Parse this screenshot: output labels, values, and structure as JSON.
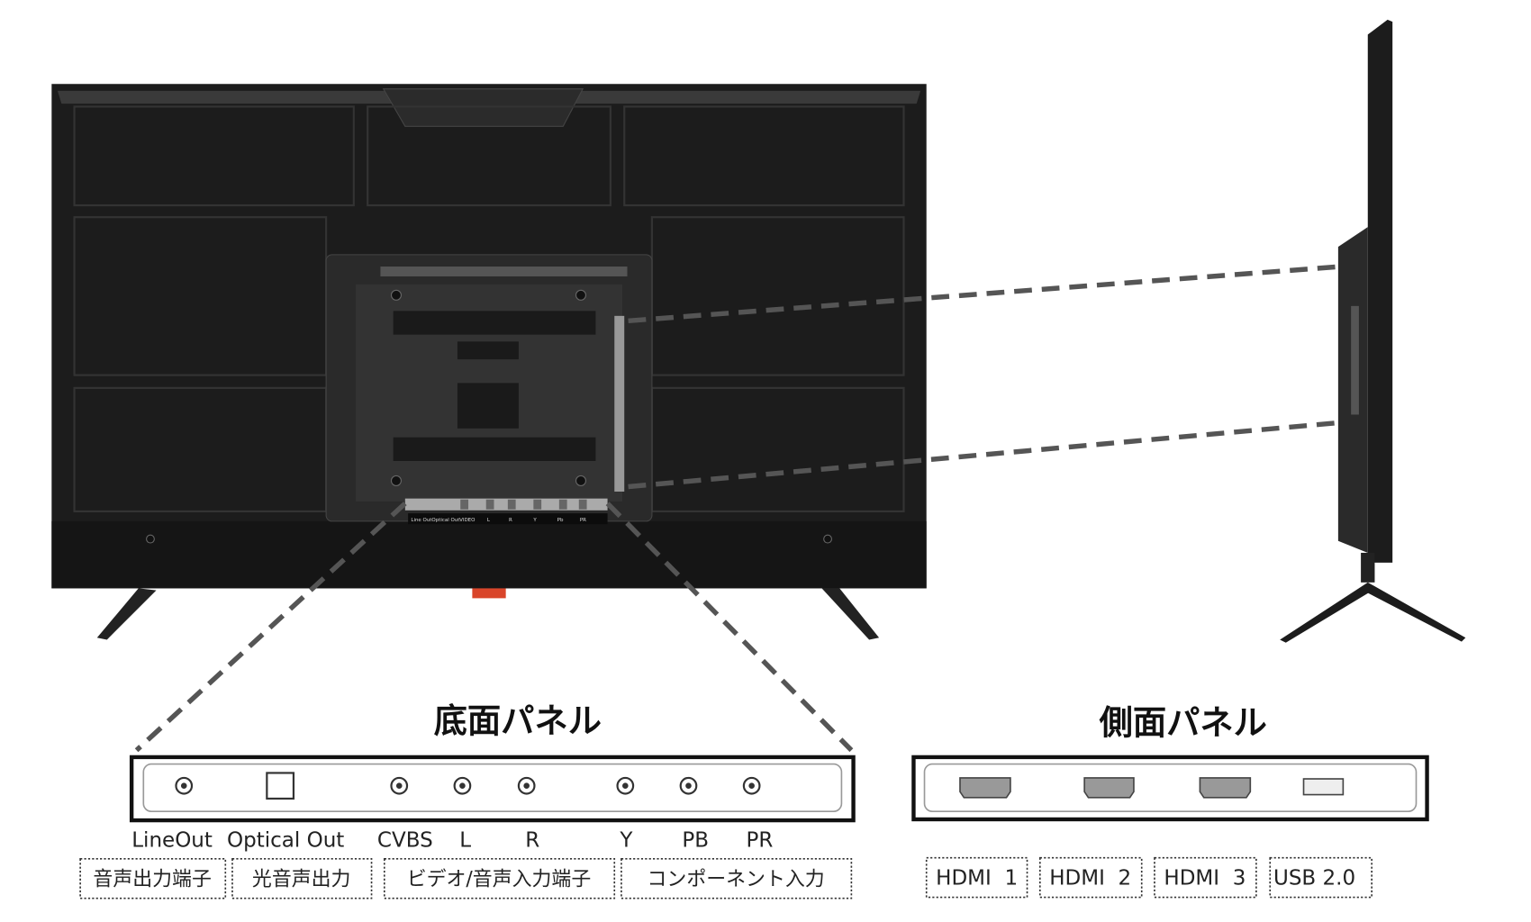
{
  "bottom_panel": {
    "title": "底面パネル",
    "port_labels": [
      "LineOut",
      "Optical Out",
      "CVBS",
      "L",
      "R",
      "Y",
      "PB",
      "PR"
    ],
    "groups": [
      "音声出力端子",
      "光音声出力",
      "ビデオ/音声入力端子",
      "コンポーネント入力"
    ]
  },
  "side_panel": {
    "title": "側面パネル",
    "port_labels": [
      "HDMI  1",
      "HDMI  2",
      "HDMI  3",
      "USB 2.0"
    ]
  },
  "tv_back_label_strip": [
    "Line Out",
    "Optical Out",
    "VIDEO",
    "L",
    "R",
    "Y",
    "Pb",
    "PR"
  ],
  "colors": {
    "tv_body": "#1c1c1c",
    "dash": "#555555",
    "foot_accent": "#d9452a"
  }
}
